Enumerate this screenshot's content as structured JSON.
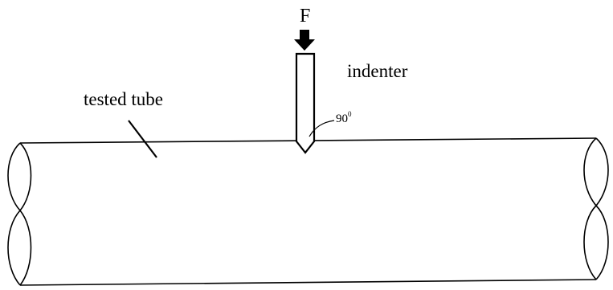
{
  "labels": {
    "force": "F",
    "indenter": "indenter",
    "tested_tube": "tested tube",
    "angle": "90",
    "angle_unit": "0"
  },
  "colors": {
    "stroke": "#000000",
    "background": "#ffffff"
  }
}
